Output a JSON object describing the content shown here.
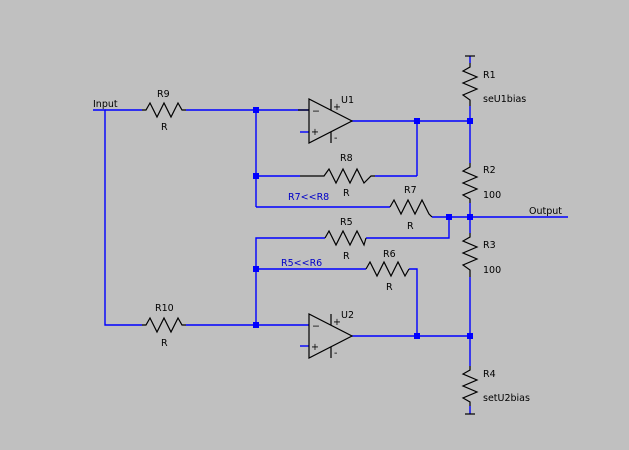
{
  "schematic": {
    "input_label": "Input",
    "output_label": "Output",
    "opamps": [
      {
        "name": "U1",
        "minus": "−",
        "plus": "+",
        "supply_pos": "+",
        "supply_neg": "-"
      },
      {
        "name": "U2",
        "minus": "−",
        "plus": "+",
        "supply_pos": "+",
        "supply_neg": "-"
      }
    ],
    "resistors": {
      "R1": {
        "name": "R1",
        "value": "seU1bias"
      },
      "R2": {
        "name": "R2",
        "value": "100"
      },
      "R3": {
        "name": "R3",
        "value": "100"
      },
      "R4": {
        "name": "R4",
        "value": "setU2bias"
      },
      "R5": {
        "name": "R5",
        "value": "R"
      },
      "R6": {
        "name": "R6",
        "value": "R"
      },
      "R7": {
        "name": "R7",
        "value": "R"
      },
      "R8": {
        "name": "R8",
        "value": "R"
      },
      "R9": {
        "name": "R9",
        "value": "R"
      },
      "R10": {
        "name": "R10",
        "value": "R"
      }
    },
    "notes": {
      "r7_r8": "R7<<R8",
      "r5_r6": "R5<<R6"
    },
    "colors": {
      "background": "#c0c0c0",
      "wire": "#0000ff",
      "component": "#000000",
      "note": "#0000c8"
    }
  }
}
